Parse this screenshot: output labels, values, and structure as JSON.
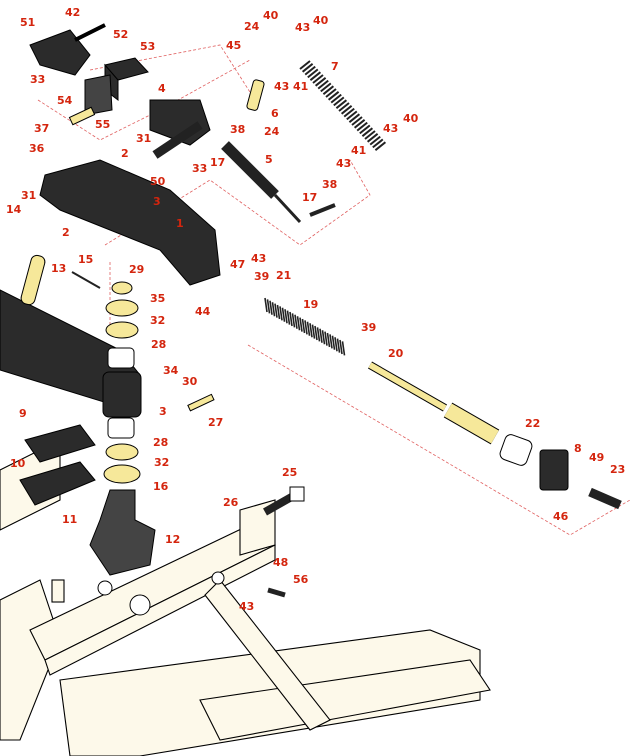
{
  "diagram": {
    "type": "exploded parts diagram",
    "callouts": [
      "42",
      "51",
      "52",
      "53",
      "33",
      "4",
      "54",
      "55",
      "37",
      "31",
      "36",
      "2",
      "33",
      "50",
      "3",
      "31",
      "14",
      "2",
      "1",
      "15",
      "13",
      "29",
      "35",
      "32",
      "28",
      "34",
      "30",
      "3",
      "27",
      "28",
      "32",
      "16",
      "9",
      "10",
      "11",
      "12",
      "26",
      "25",
      "48",
      "56",
      "43",
      "24",
      "40",
      "43",
      "40",
      "45",
      "7",
      "43",
      "41",
      "6",
      "38",
      "24",
      "17",
      "5",
      "40",
      "43",
      "41",
      "43",
      "38",
      "17",
      "43",
      "47",
      "39",
      "21",
      "19",
      "39",
      "20",
      "22",
      "8",
      "49",
      "23",
      "46",
      "44"
    ],
    "colors": {
      "callout": "#d4250e",
      "part_dark": "#2b2b2b",
      "part_yellow": "#f6e89a",
      "frame": "#fdf9ea"
    }
  }
}
